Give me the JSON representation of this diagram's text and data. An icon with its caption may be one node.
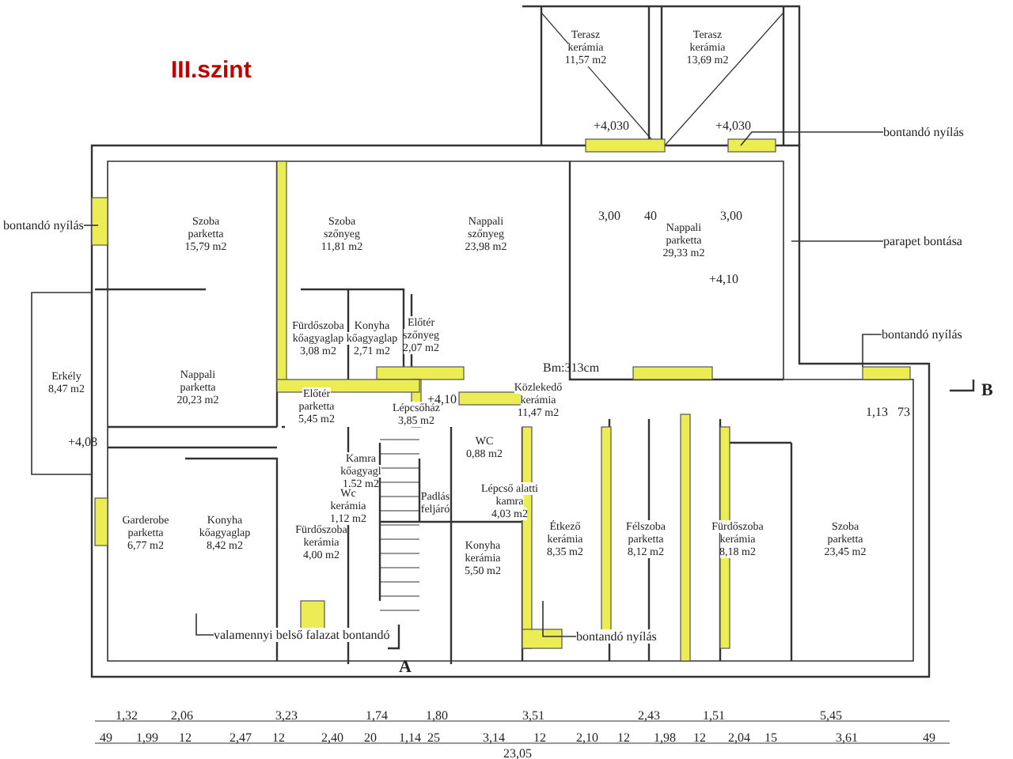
{
  "diagram": {
    "title": "III.szint",
    "nodes": [
      {
        "text": [
          "Terasz",
          "kerámia",
          "11,57 m2"
        ]
      },
      {
        "text": [
          "Terasz",
          "kerámia",
          "13,69 m2"
        ]
      },
      {
        "text": [
          "Szoba",
          "parketta",
          "15,79 m2"
        ]
      },
      {
        "text": [
          "Szoba",
          "szőnyeg",
          "11,81 m2"
        ]
      },
      {
        "text": [
          "Nappali",
          "szőnyeg",
          "23,98 m2"
        ]
      },
      {
        "text": [
          "Nappali",
          "parketta",
          "29,33 m2"
        ]
      },
      {
        "text": [
          "Erkély",
          "8,47 m2"
        ]
      },
      {
        "text": [
          "Nappali",
          "parketta",
          "20,23 m2"
        ]
      },
      {
        "text": [
          "Fürdőszoba",
          "kőagyaglap",
          "3,08 m2"
        ]
      },
      {
        "text": [
          "Konyha",
          "kőagyaglap",
          "2,71 m2"
        ]
      },
      {
        "text": [
          "Előtér",
          "szőnyeg",
          "2,07 m2"
        ]
      },
      {
        "text": [
          "Előtér",
          "parketta",
          "5,45 m2"
        ]
      },
      {
        "text": [
          "Lépcsőház",
          "3,85 m2"
        ]
      },
      {
        "text": [
          "Közlekedő",
          "kerámia",
          "11,47 m2"
        ]
      },
      {
        "text": [
          "Kamra",
          "kőagyagl",
          "1,52 m2"
        ]
      },
      {
        "text": [
          "WC",
          "0,88 m2"
        ]
      },
      {
        "text": [
          "Wc",
          "kerámia",
          "1,12 m2"
        ]
      },
      {
        "text": [
          "Padlás",
          "feljáró"
        ]
      },
      {
        "text": [
          "Lépcső alatti",
          "kamra",
          "4,03 m2"
        ]
      },
      {
        "text": [
          "Garderobe",
          "parketta",
          "6,77 m2"
        ]
      },
      {
        "text": [
          "Konyha",
          "kőagyaglap",
          "8,42 m2"
        ]
      },
      {
        "text": [
          "Fürdőszoba",
          "kerámia",
          "4,00 m2"
        ]
      },
      {
        "text": [
          "Konyha",
          "kerámia",
          "5,50 m2"
        ]
      },
      {
        "text": [
          "Étkező",
          "kerámia",
          "8,35 m2"
        ]
      },
      {
        "text": [
          "Félszoba",
          "parketta",
          "8,12 m2"
        ]
      },
      {
        "text": [
          "Fürdőszoba",
          "kerámia",
          "8,18 m2"
        ]
      },
      {
        "text": [
          "Szoba",
          "parketta",
          "23,45 m2"
        ]
      },
      {
        "text": [
          "bontandó nyílás"
        ]
      },
      {
        "text": [
          "bontandó nyílás"
        ]
      },
      {
        "text": [
          "parapet bontása"
        ]
      },
      {
        "text": [
          "bontandó nyílás"
        ]
      },
      {
        "text": [
          "valamennyi belső falazat bontandó"
        ]
      },
      {
        "text": [
          "bontandó nyílás"
        ]
      }
    ],
    "edges": [
      {
        "from": 27,
        "to": null,
        "arrow": "none"
      },
      {
        "from": 28,
        "to": null,
        "arrow": "none"
      },
      {
        "from": 29,
        "to": null,
        "arrow": "none"
      },
      {
        "from": 30,
        "to": null,
        "arrow": "none"
      },
      {
        "from": 31,
        "to": null,
        "arrow": "none"
      },
      {
        "from": 32,
        "to": null,
        "arrow": "none"
      }
    ],
    "labels": [
      "+4,030",
      "+4,030",
      "3,00",
      "40",
      "3,00",
      "+4,10",
      "Bm:313cm",
      "+4,10",
      "+4,08",
      "B",
      "1,13",
      "73",
      "A",
      "1,32",
      "2,06",
      "3,23",
      "1,74",
      "1,80",
      "3,51",
      "2,43",
      "1,51",
      "5,45",
      "49",
      "1,99",
      "12",
      "2,47",
      "12",
      "2,40",
      "20",
      "1,14",
      "25",
      "3,14",
      "12",
      "2,10",
      "12",
      "1,98",
      "12",
      "2,04",
      "15",
      "3,61",
      "49",
      "23,05"
    ]
  }
}
